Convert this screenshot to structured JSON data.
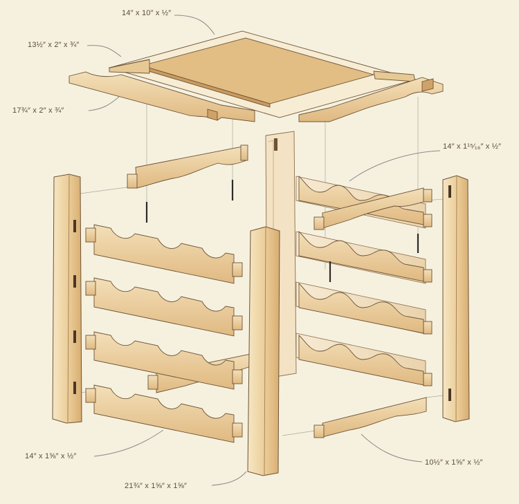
{
  "labels": {
    "top_panel": "14″ x 10″ x ½″",
    "short_rail": "13½″ x 2″ x ¾″",
    "long_rail": "17¾″ x 2″ x ¾″",
    "upper_side_rail": "14″ x 1¹⁵⁄₁₆″ x ½″",
    "rack_slat": "14″ x 1⅝″ x ½″",
    "leg": "21¾″ x 1⅝″ x 1⅝″",
    "lower_side_rail": "10½″ x 1⅝″ x ½″"
  },
  "colors": {
    "background": "#f6f1df",
    "wood_light": "#f2ddb6",
    "wood_mid": "#e6c48f",
    "wood_dark": "#cfa268",
    "outline": "#6b5236",
    "leader": "#8a8a8a"
  }
}
